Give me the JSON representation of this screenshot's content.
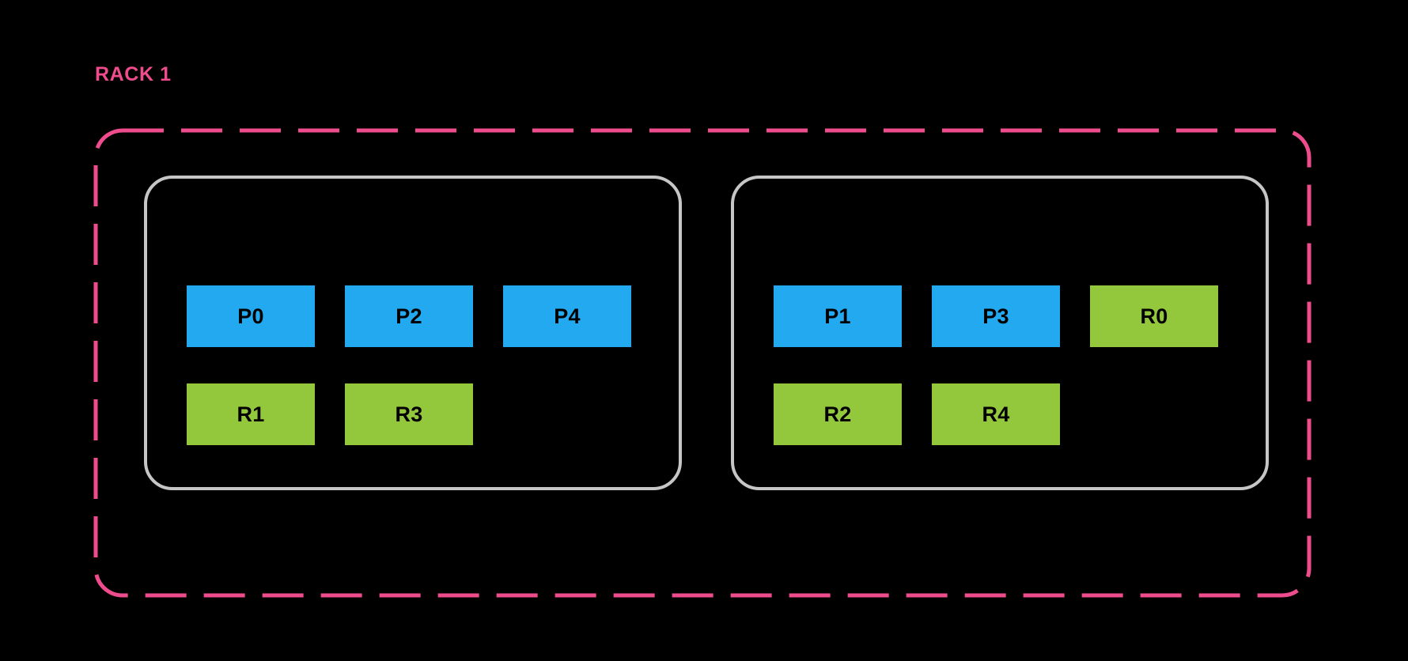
{
  "diagram": {
    "title": "RACK 1",
    "colors": {
      "background": "#000000",
      "rack_border": "#EE4C8C",
      "rack_label": "#EE4C8C",
      "node_border": "#C6C6C6",
      "primary_shard": "#22A9F0",
      "replica_shard": "#93C83D",
      "label_text": "#000000"
    },
    "nodes": [
      {
        "name": "node-left",
        "rows": [
          {
            "name": "primary-row",
            "units": [
              {
                "label": "P0",
                "kind": "primary"
              },
              {
                "label": "P2",
                "kind": "primary"
              },
              {
                "label": "P4",
                "kind": "primary"
              }
            ]
          },
          {
            "name": "replica-row",
            "units": [
              {
                "label": "R1",
                "kind": "replica"
              },
              {
                "label": "R3",
                "kind": "replica"
              }
            ]
          }
        ]
      },
      {
        "name": "node-right",
        "rows": [
          {
            "name": "primary-row",
            "units": [
              {
                "label": "P1",
                "kind": "primary"
              },
              {
                "label": "P3",
                "kind": "primary"
              },
              {
                "label": "R0",
                "kind": "replica"
              }
            ]
          },
          {
            "name": "replica-row",
            "units": [
              {
                "label": "R2",
                "kind": "replica"
              },
              {
                "label": "R4",
                "kind": "replica"
              }
            ]
          }
        ]
      }
    ]
  }
}
